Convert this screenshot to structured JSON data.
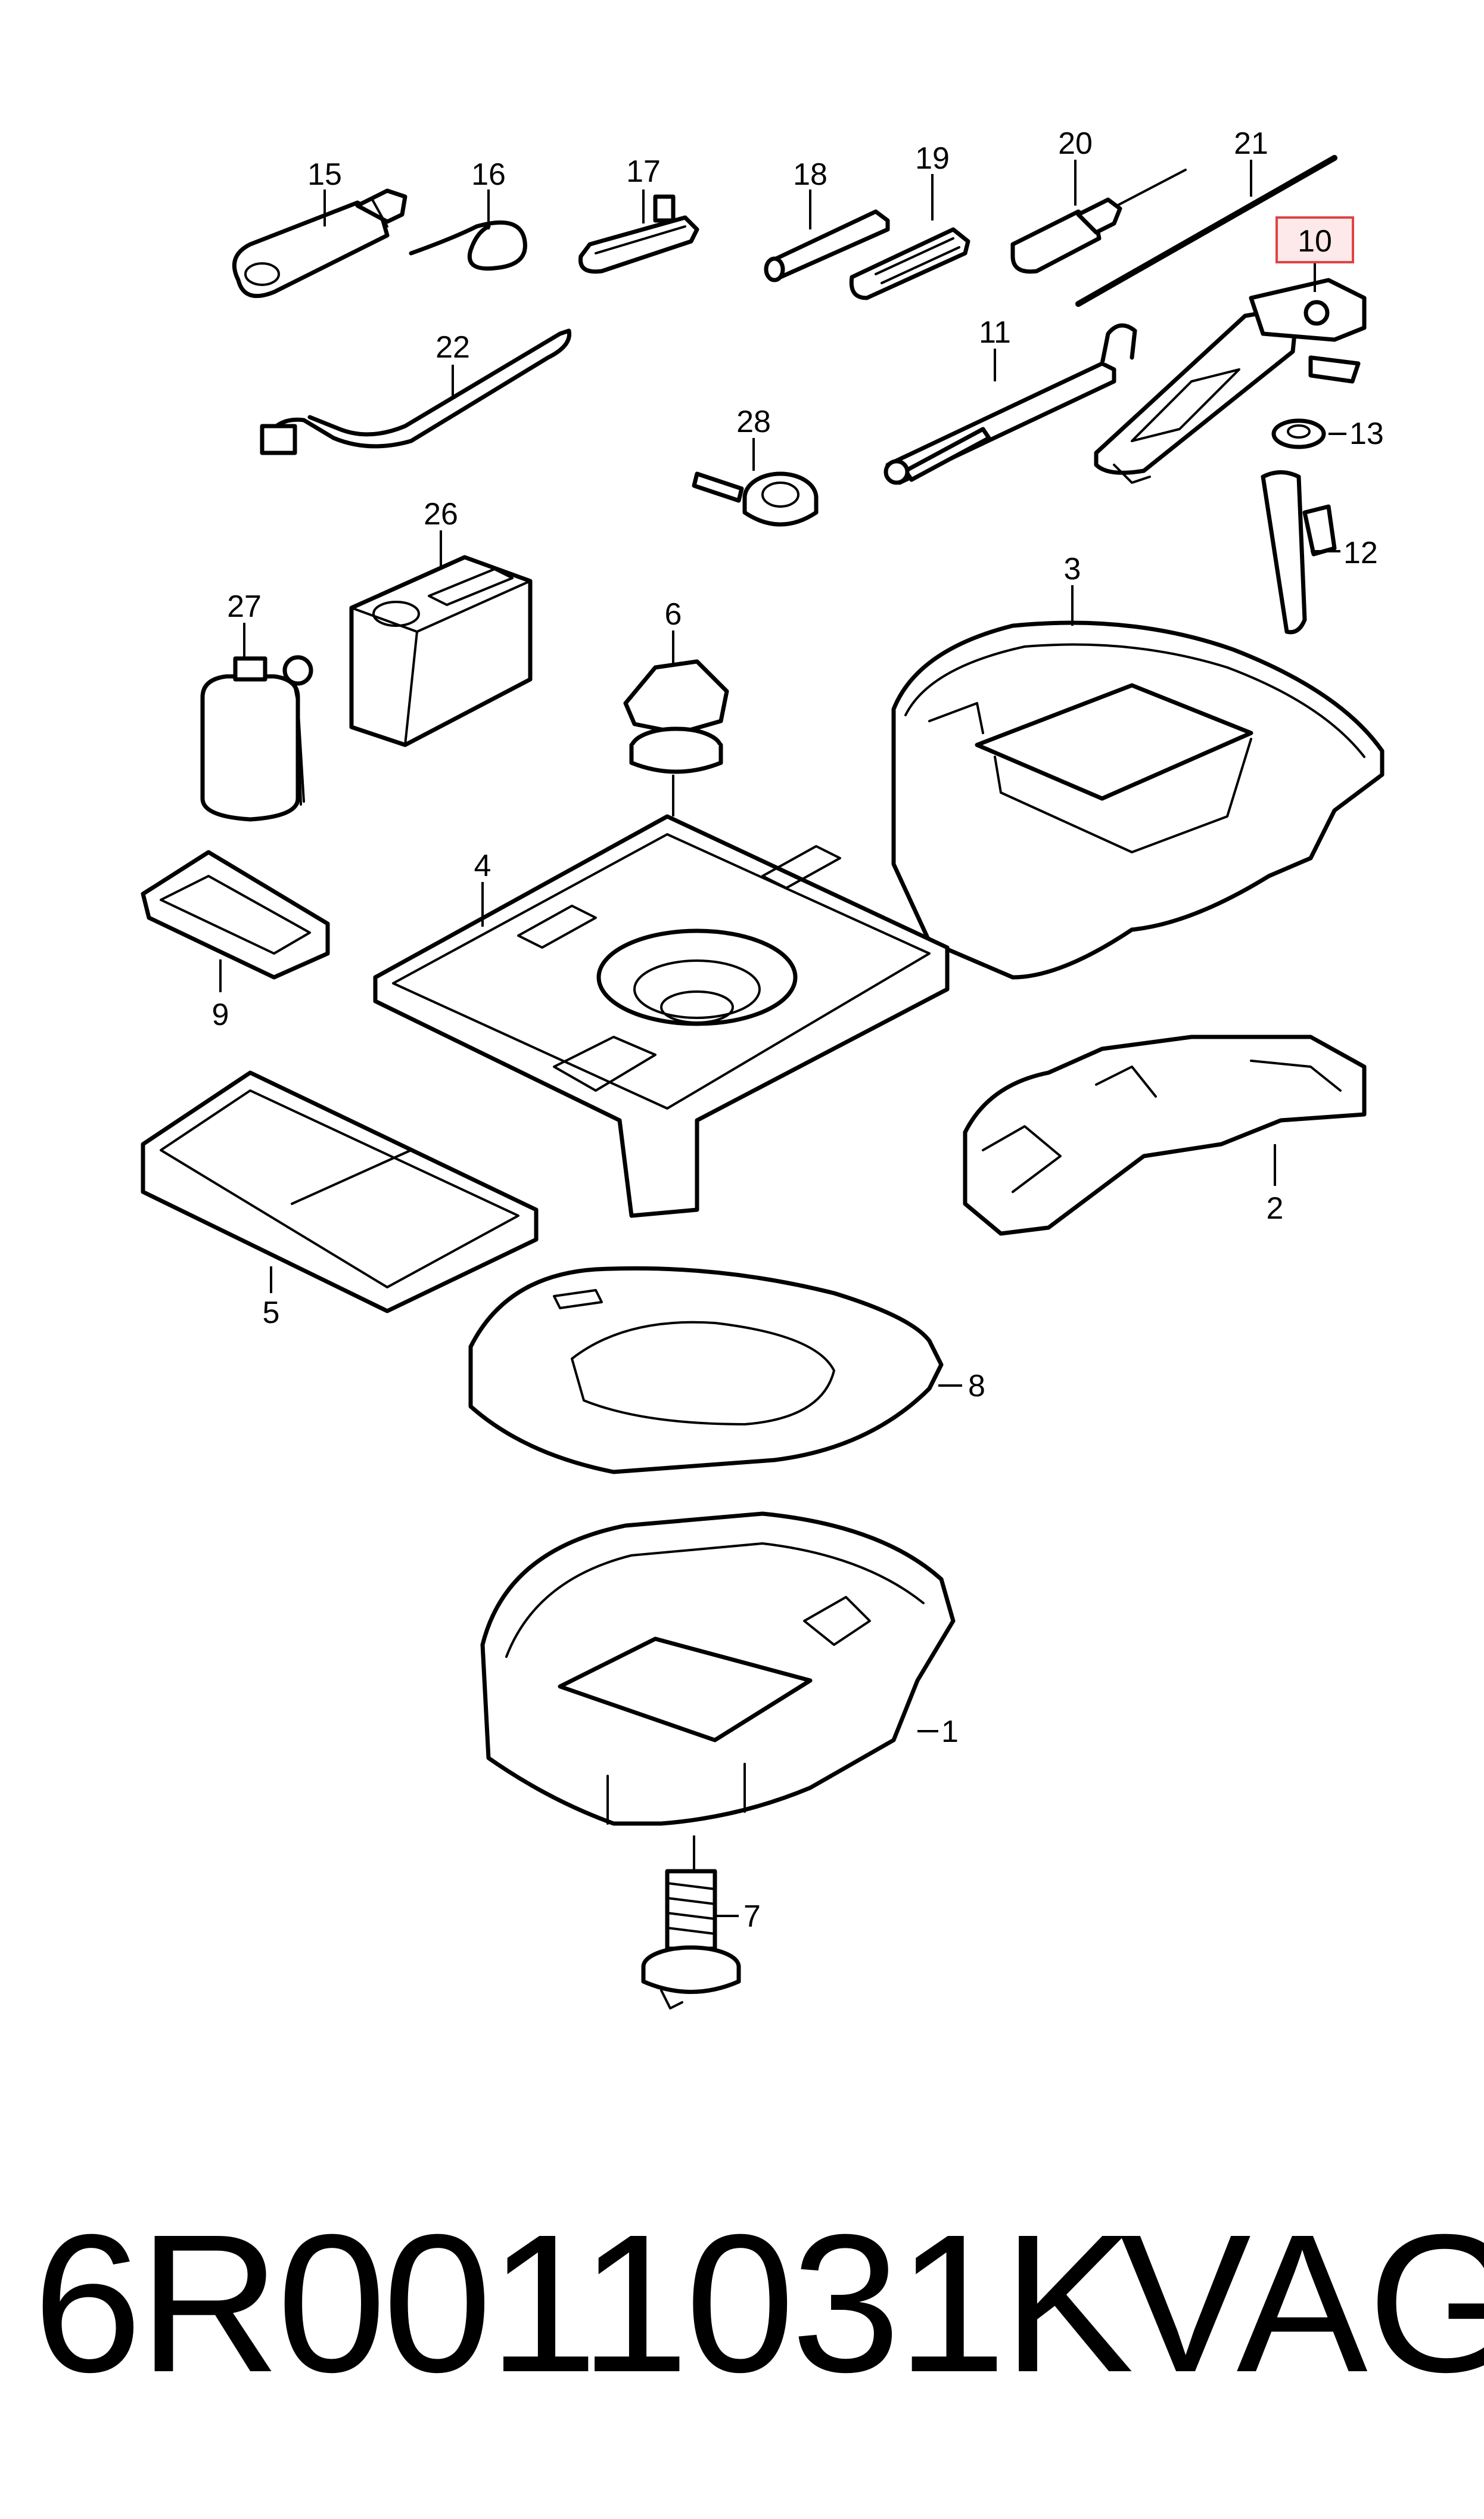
{
  "callouts": {
    "c1": "1",
    "c2": "2",
    "c3": "3",
    "c4": "4",
    "c5": "5",
    "c6": "6",
    "c7": "7",
    "c8": "8",
    "c9": "9",
    "c10": "10",
    "c11": "11",
    "c12": "12",
    "c13": "13",
    "c15": "15",
    "c16": "16",
    "c17": "17",
    "c18": "18",
    "c19": "19",
    "c20": "20",
    "c21": "21",
    "c22": "22",
    "c26": "26",
    "c27": "27",
    "c28": "28"
  },
  "highlighted_callout": "10",
  "highlight_color": "#dd4444",
  "footer": {
    "part_number": "6R0011031K",
    "brand": "VAG"
  }
}
